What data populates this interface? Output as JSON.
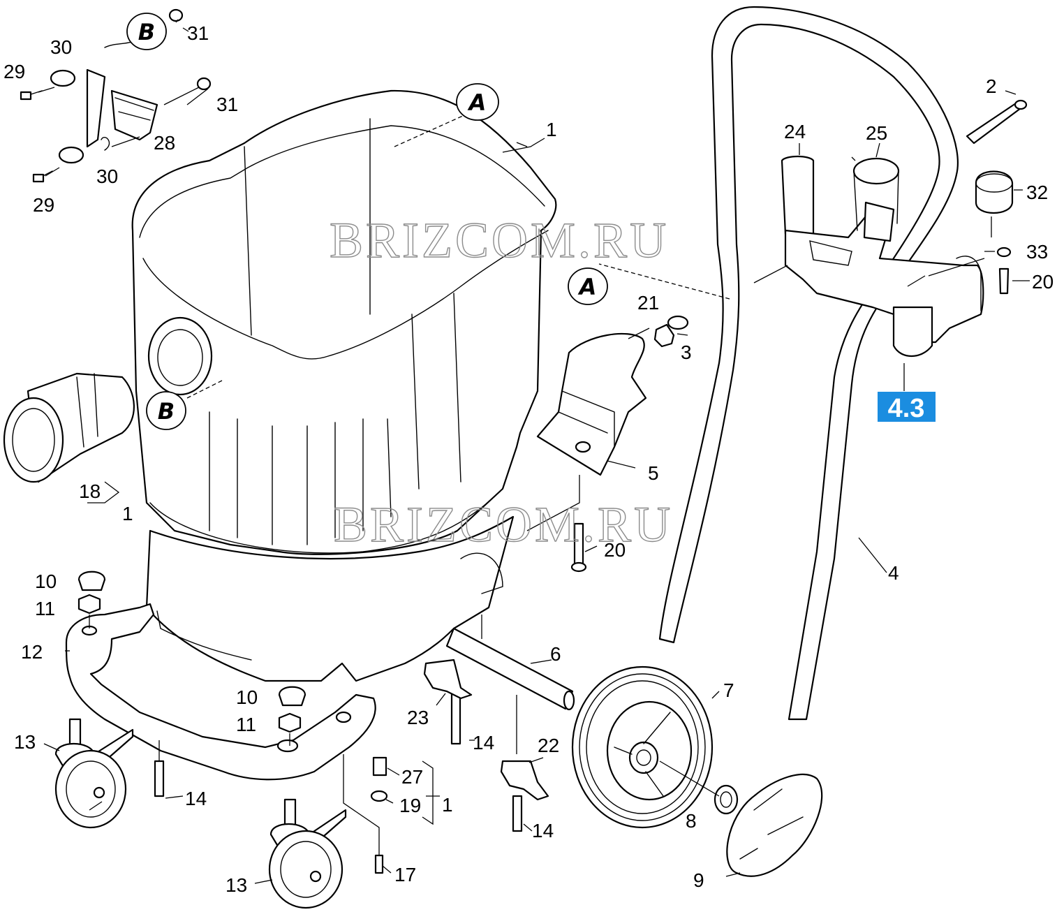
{
  "watermark": "BRIZCOM.RU",
  "section_badge": {
    "text": "4.3",
    "color": "#1b8de0"
  },
  "reference_markers": [
    "A",
    "B"
  ],
  "part_labels": [
    {
      "id": "p1a",
      "text": "1"
    },
    {
      "id": "p1b",
      "text": "1"
    },
    {
      "id": "p1c",
      "text": "1"
    },
    {
      "id": "p2",
      "text": "2"
    },
    {
      "id": "p3",
      "text": "3"
    },
    {
      "id": "p4",
      "text": "4"
    },
    {
      "id": "p5",
      "text": "5"
    },
    {
      "id": "p6",
      "text": "6"
    },
    {
      "id": "p7",
      "text": "7"
    },
    {
      "id": "p8",
      "text": "8"
    },
    {
      "id": "p9",
      "text": "9"
    },
    {
      "id": "p10a",
      "text": "10"
    },
    {
      "id": "p10b",
      "text": "10"
    },
    {
      "id": "p11a",
      "text": "11"
    },
    {
      "id": "p11b",
      "text": "11"
    },
    {
      "id": "p12",
      "text": "12"
    },
    {
      "id": "p13a",
      "text": "13"
    },
    {
      "id": "p13b",
      "text": "13"
    },
    {
      "id": "p14a",
      "text": "14"
    },
    {
      "id": "p14b",
      "text": "14"
    },
    {
      "id": "p14c",
      "text": "14"
    },
    {
      "id": "p17",
      "text": "17"
    },
    {
      "id": "p18",
      "text": "18"
    },
    {
      "id": "p19",
      "text": "19"
    },
    {
      "id": "p20a",
      "text": "20"
    },
    {
      "id": "p20b",
      "text": "20"
    },
    {
      "id": "p21",
      "text": "21"
    },
    {
      "id": "p22",
      "text": "22"
    },
    {
      "id": "p23",
      "text": "23"
    },
    {
      "id": "p24",
      "text": "24"
    },
    {
      "id": "p25",
      "text": "25"
    },
    {
      "id": "p27",
      "text": "27"
    },
    {
      "id": "p28",
      "text": "28"
    },
    {
      "id": "p29a",
      "text": "29"
    },
    {
      "id": "p29b",
      "text": "29"
    },
    {
      "id": "p30a",
      "text": "30"
    },
    {
      "id": "p30b",
      "text": "30"
    },
    {
      "id": "p31a",
      "text": "31"
    },
    {
      "id": "p31b",
      "text": "31"
    },
    {
      "id": "p32",
      "text": "32"
    },
    {
      "id": "p33",
      "text": "33"
    }
  ]
}
